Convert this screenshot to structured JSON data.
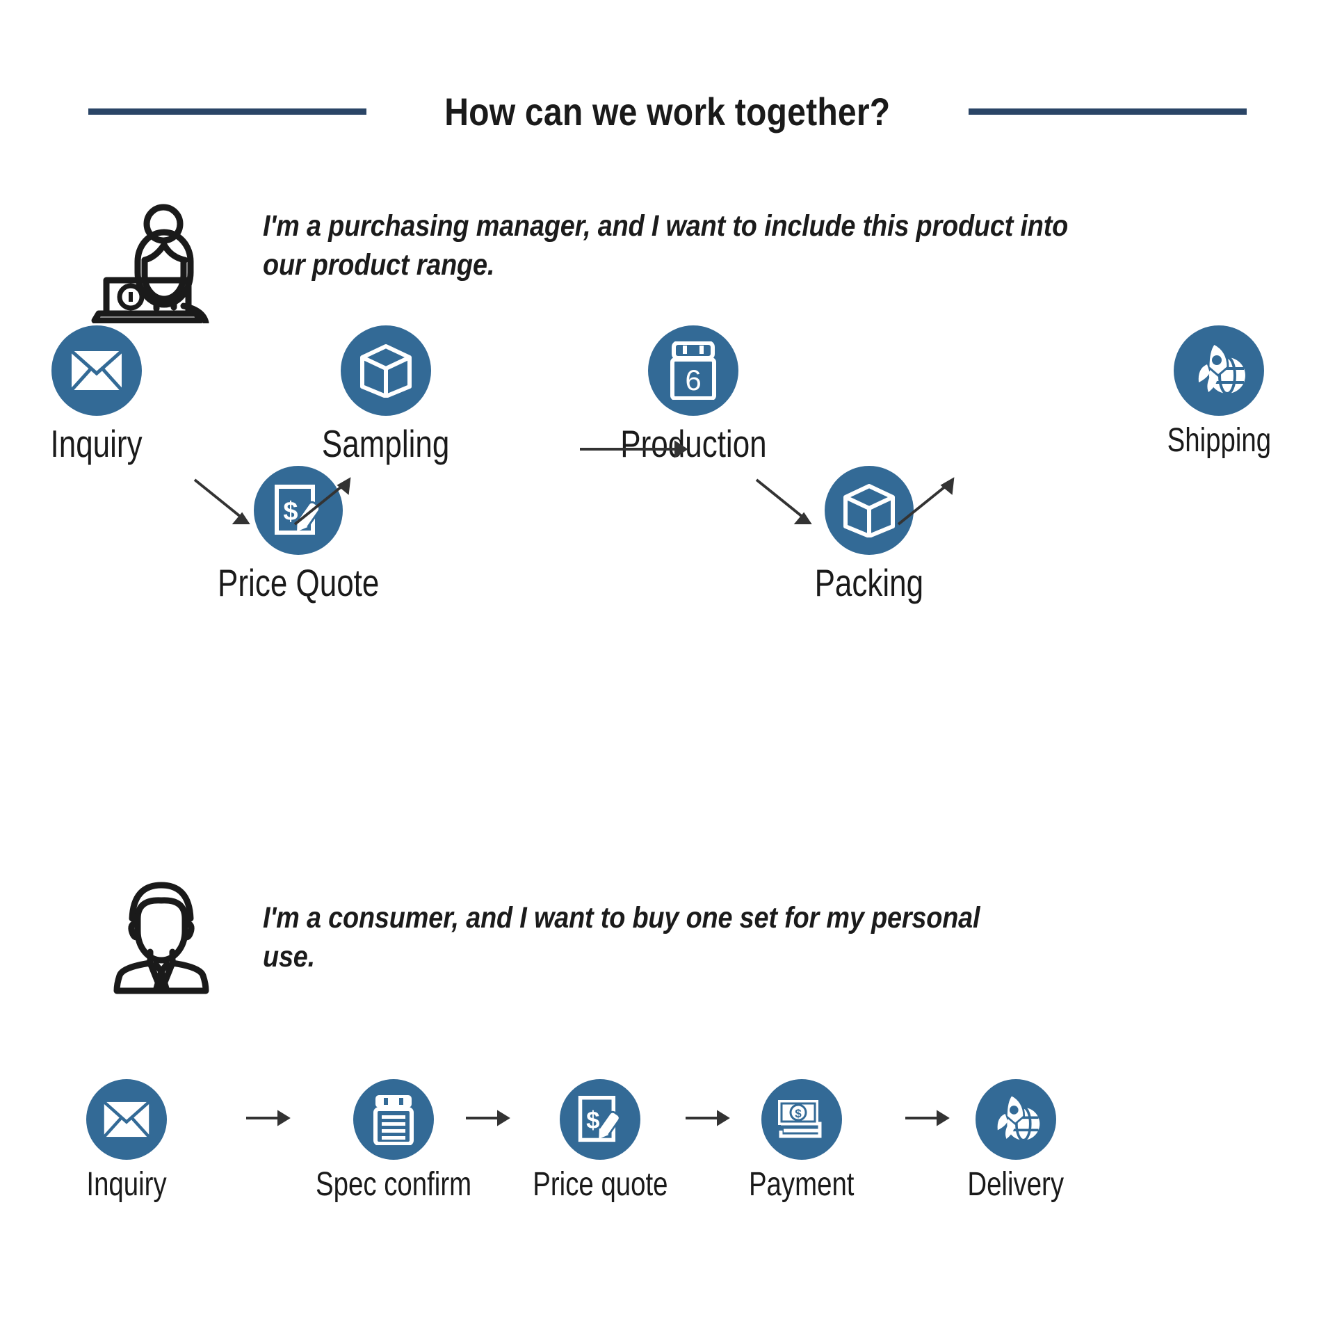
{
  "header": {
    "title": "How can we work together?",
    "rule_color": "#2a4566"
  },
  "theme": {
    "circle_blue": "#336a96",
    "text_dark": "#1a1a1a",
    "arrow_color": "#333333"
  },
  "personas": [
    {
      "id": "purchasing-manager",
      "avatar_icon": "woman-at-laptop-icon",
      "quote": "I'm a purchasing manager, and I want to include this product into our product range."
    },
    {
      "id": "consumer",
      "avatar_icon": "businessman-avatar-icon",
      "quote": "I'm a consumer, and I want to buy one set for my personal use."
    }
  ],
  "flows": [
    {
      "id": "b2b-flow",
      "steps": [
        {
          "label": "Inquiry",
          "icon": "envelope-icon"
        },
        {
          "label": "Price Quote",
          "icon": "price-quote-icon"
        },
        {
          "label": "Sampling",
          "icon": "box-icon"
        },
        {
          "label": "Production",
          "icon": "calendar-icon",
          "icon_text": "6"
        },
        {
          "label": "Packing",
          "icon": "box-icon"
        },
        {
          "label": "Shipping",
          "icon": "rocket-globe-icon"
        }
      ],
      "connectors": [
        "down-right-arrow",
        "up-right-arrow",
        "right-arrow",
        "down-right-arrow",
        "up-right-arrow"
      ]
    },
    {
      "id": "b2c-flow",
      "steps": [
        {
          "label": "Inquiry",
          "icon": "envelope-icon"
        },
        {
          "label": "Spec confirm",
          "icon": "spec-document-icon"
        },
        {
          "label": "Price quote",
          "icon": "price-quote-icon"
        },
        {
          "label": "Payment",
          "icon": "banknotes-icon"
        },
        {
          "label": "Delivery",
          "icon": "rocket-globe-icon"
        }
      ],
      "connectors": [
        "right-arrow",
        "right-arrow",
        "right-arrow",
        "right-arrow"
      ]
    }
  ]
}
